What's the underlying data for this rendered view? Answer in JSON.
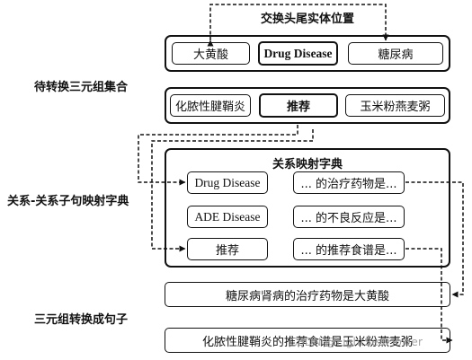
{
  "labels": {
    "triples": "待转换三元组集合",
    "mapping": "关系-关系子句映射字典",
    "convert": "三元组转换成句子"
  },
  "swap_panel": {
    "title": "交换头尾实体位置",
    "items": [
      "大黄酸",
      "Drug Disease",
      "糖尿病"
    ]
  },
  "triple_row": {
    "items": [
      "化脓性腱鞘炎",
      "推荐",
      "玉米粉燕麦粥"
    ]
  },
  "dict_panel": {
    "title": "关系映射字典",
    "rows": [
      {
        "key": "Drug Disease",
        "value": "... 的治疗药物是..."
      },
      {
        "key": "ADE Disease",
        "value": "... 的不良反应是..."
      },
      {
        "key": "推荐",
        "value": "... 的推荐食谱是..."
      }
    ]
  },
  "sentences": [
    "糖尿病肾病的治疗药物是大黄酸",
    "化脓性腱鞘炎的推荐食谱是玉米粉燕麦粥"
  ],
  "watermark": "CSDN @LightSeaFlower"
}
